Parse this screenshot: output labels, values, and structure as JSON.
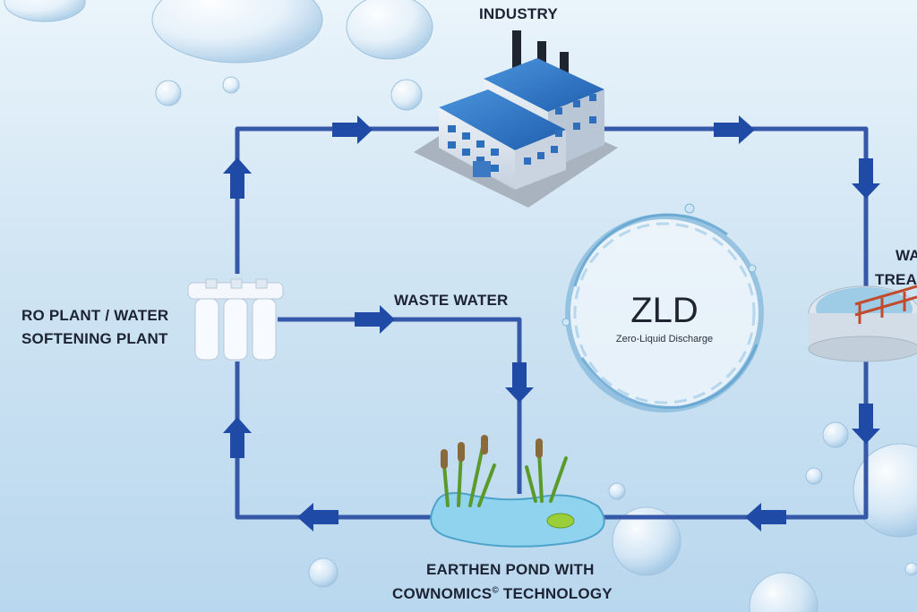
{
  "labels": {
    "industry": "INDUSTRY",
    "ro_line1": "RO PLANT / WATER",
    "ro_line2": "SOFTENING PLANT",
    "waste_water": "WASTE WATER",
    "pond_line1": "EARTHEN POND WITH",
    "pond_line2": "COWNOMICS",
    "pond_line2_mark": "©",
    "pond_line2_tail": " TECHNOLOGY",
    "treatment_line1": "WA",
    "treatment_line2": "TREA"
  },
  "zld": {
    "title": "ZLD",
    "subtitle": "Zero-Liquid Discharge"
  },
  "colors": {
    "pipe": "#3558a8",
    "arrow": "#1f4aa6",
    "roof": "#2d76c7",
    "pond": "#8fd3ee",
    "reed": "#5a9a2b"
  }
}
